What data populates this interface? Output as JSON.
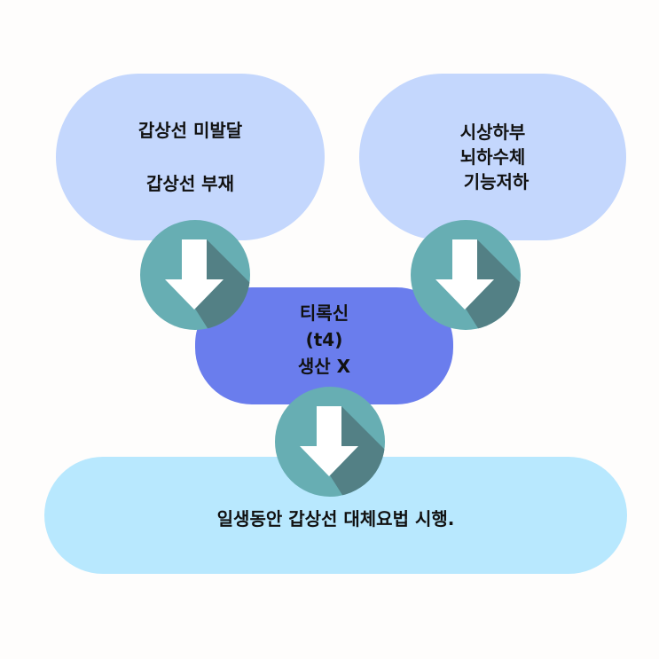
{
  "diagram": {
    "nodes": {
      "top_left": {
        "lines": [
          "갑상선 미발달",
          "갑상선 부재"
        ],
        "color": "#c4d7fd"
      },
      "top_right": {
        "lines": [
          "시상하부",
          "뇌하수체",
          "기능저하"
        ],
        "color": "#c4d7fd"
      },
      "middle": {
        "lines": [
          "티록신",
          "(t4)",
          "생산 X"
        ],
        "color": "#6a7ded"
      },
      "bottom": {
        "lines": [
          "일생동안 갑상선 대체요법 시행."
        ],
        "color": "#b8e8fe"
      }
    },
    "arrows": [
      {
        "from": "top_left",
        "to": "middle",
        "icon": "arrow-down-icon"
      },
      {
        "from": "top_right",
        "to": "middle",
        "icon": "arrow-down-icon"
      },
      {
        "from": "middle",
        "to": "bottom",
        "icon": "arrow-down-icon"
      }
    ],
    "arrow_colors": {
      "circle": "#67aeb3",
      "shadow": "#538085",
      "arrow": "#ffffff"
    }
  }
}
